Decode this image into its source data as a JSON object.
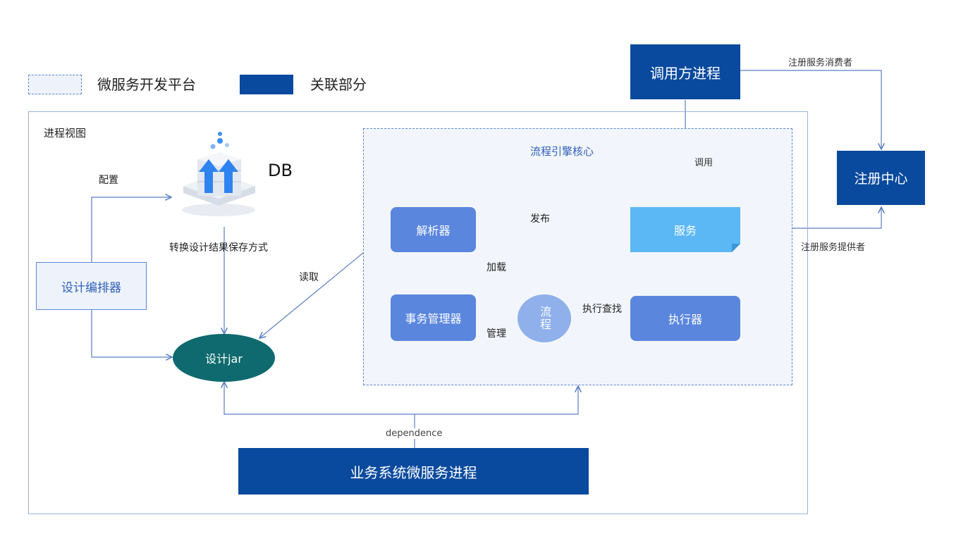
{
  "legend": {
    "platform_label": "微服务开发平台",
    "linked_label": "关联部分"
  },
  "process_view": {
    "title": "进程视图"
  },
  "engine_core": {
    "title": "流程引擎核心"
  },
  "nodes": {
    "caller": "调用方进程",
    "registry": "注册中心",
    "db": "DB",
    "design_editor": "设计编排器",
    "design_jar": "设计jar",
    "parser": "解析器",
    "service": "服务",
    "transaction_manager": "事务管理器",
    "flow": "流程",
    "executor": "执行器",
    "business_process": "业务系统微服务进程"
  },
  "edge_labels": {
    "register_consumer": "注册服务消费者",
    "register_provider": "注册服务提供者",
    "invoke": "调用",
    "configure": "配置",
    "convert_storage": "转换设计结果保存方式",
    "read": "读取",
    "publish": "发布",
    "load": "加载",
    "manage": "管理",
    "execute_lookup": "执行查找",
    "dependence": "dependence"
  },
  "colors": {
    "dark_blue": "#0a4a9e",
    "node_blue": "#5a86de",
    "service_blue": "#5bb8f5",
    "flow_blue": "#8fb0ea",
    "jar_teal": "#0e6a6e",
    "line": "#5a7fc2"
  }
}
